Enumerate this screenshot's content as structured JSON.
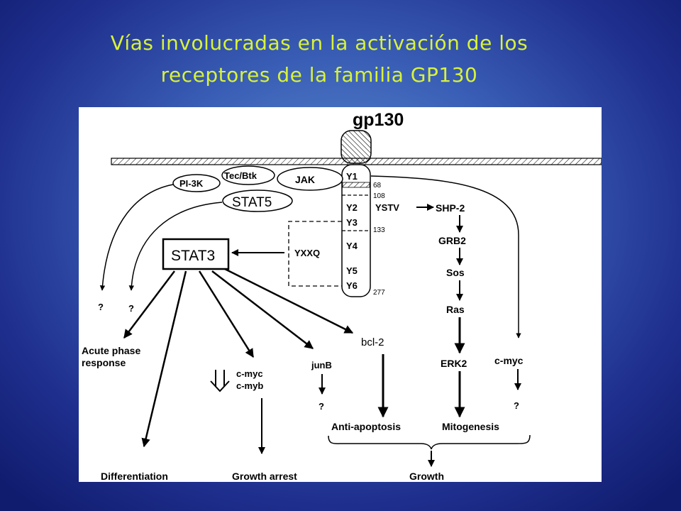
{
  "title": {
    "line1": "Vías involucradas en la activación de los",
    "line2": "receptores de la familia GP130"
  },
  "colors": {
    "title": "#d8f23a",
    "background": "#2a46a4",
    "panel": "#ffffff"
  },
  "diagram": {
    "receptor": "gp130",
    "tyrosines": [
      "Y1",
      "Y2",
      "Y3",
      "Y4",
      "Y5",
      "Y6"
    ],
    "positions": [
      "68",
      "108",
      "133",
      "277"
    ],
    "motifs": {
      "ystv": "YSTV",
      "yxxq": "YXXQ"
    },
    "kinases": {
      "jak": "JAK",
      "tec": "Tec/Btk",
      "pi3k": "PI-3K"
    },
    "stat5": "STAT5",
    "stat3": "STAT3",
    "mapk": [
      "SHP-2",
      "GRB2",
      "Sos",
      "Ras",
      "ERK2"
    ],
    "cmyc_right": "c-myc",
    "unknown": "?",
    "acute_line1": "Acute phase",
    "acute_line2": "response",
    "cmyc": "c-myc",
    "cmyb": "c-myb",
    "junb": "junB",
    "bcl2": "bcl-2",
    "anti_apoptosis": "Anti-apoptosis",
    "mitogenesis": "Mitogenesis",
    "differentiation": "Differentiation",
    "growth_arrest": "Growth arrest",
    "growth": "Growth"
  }
}
